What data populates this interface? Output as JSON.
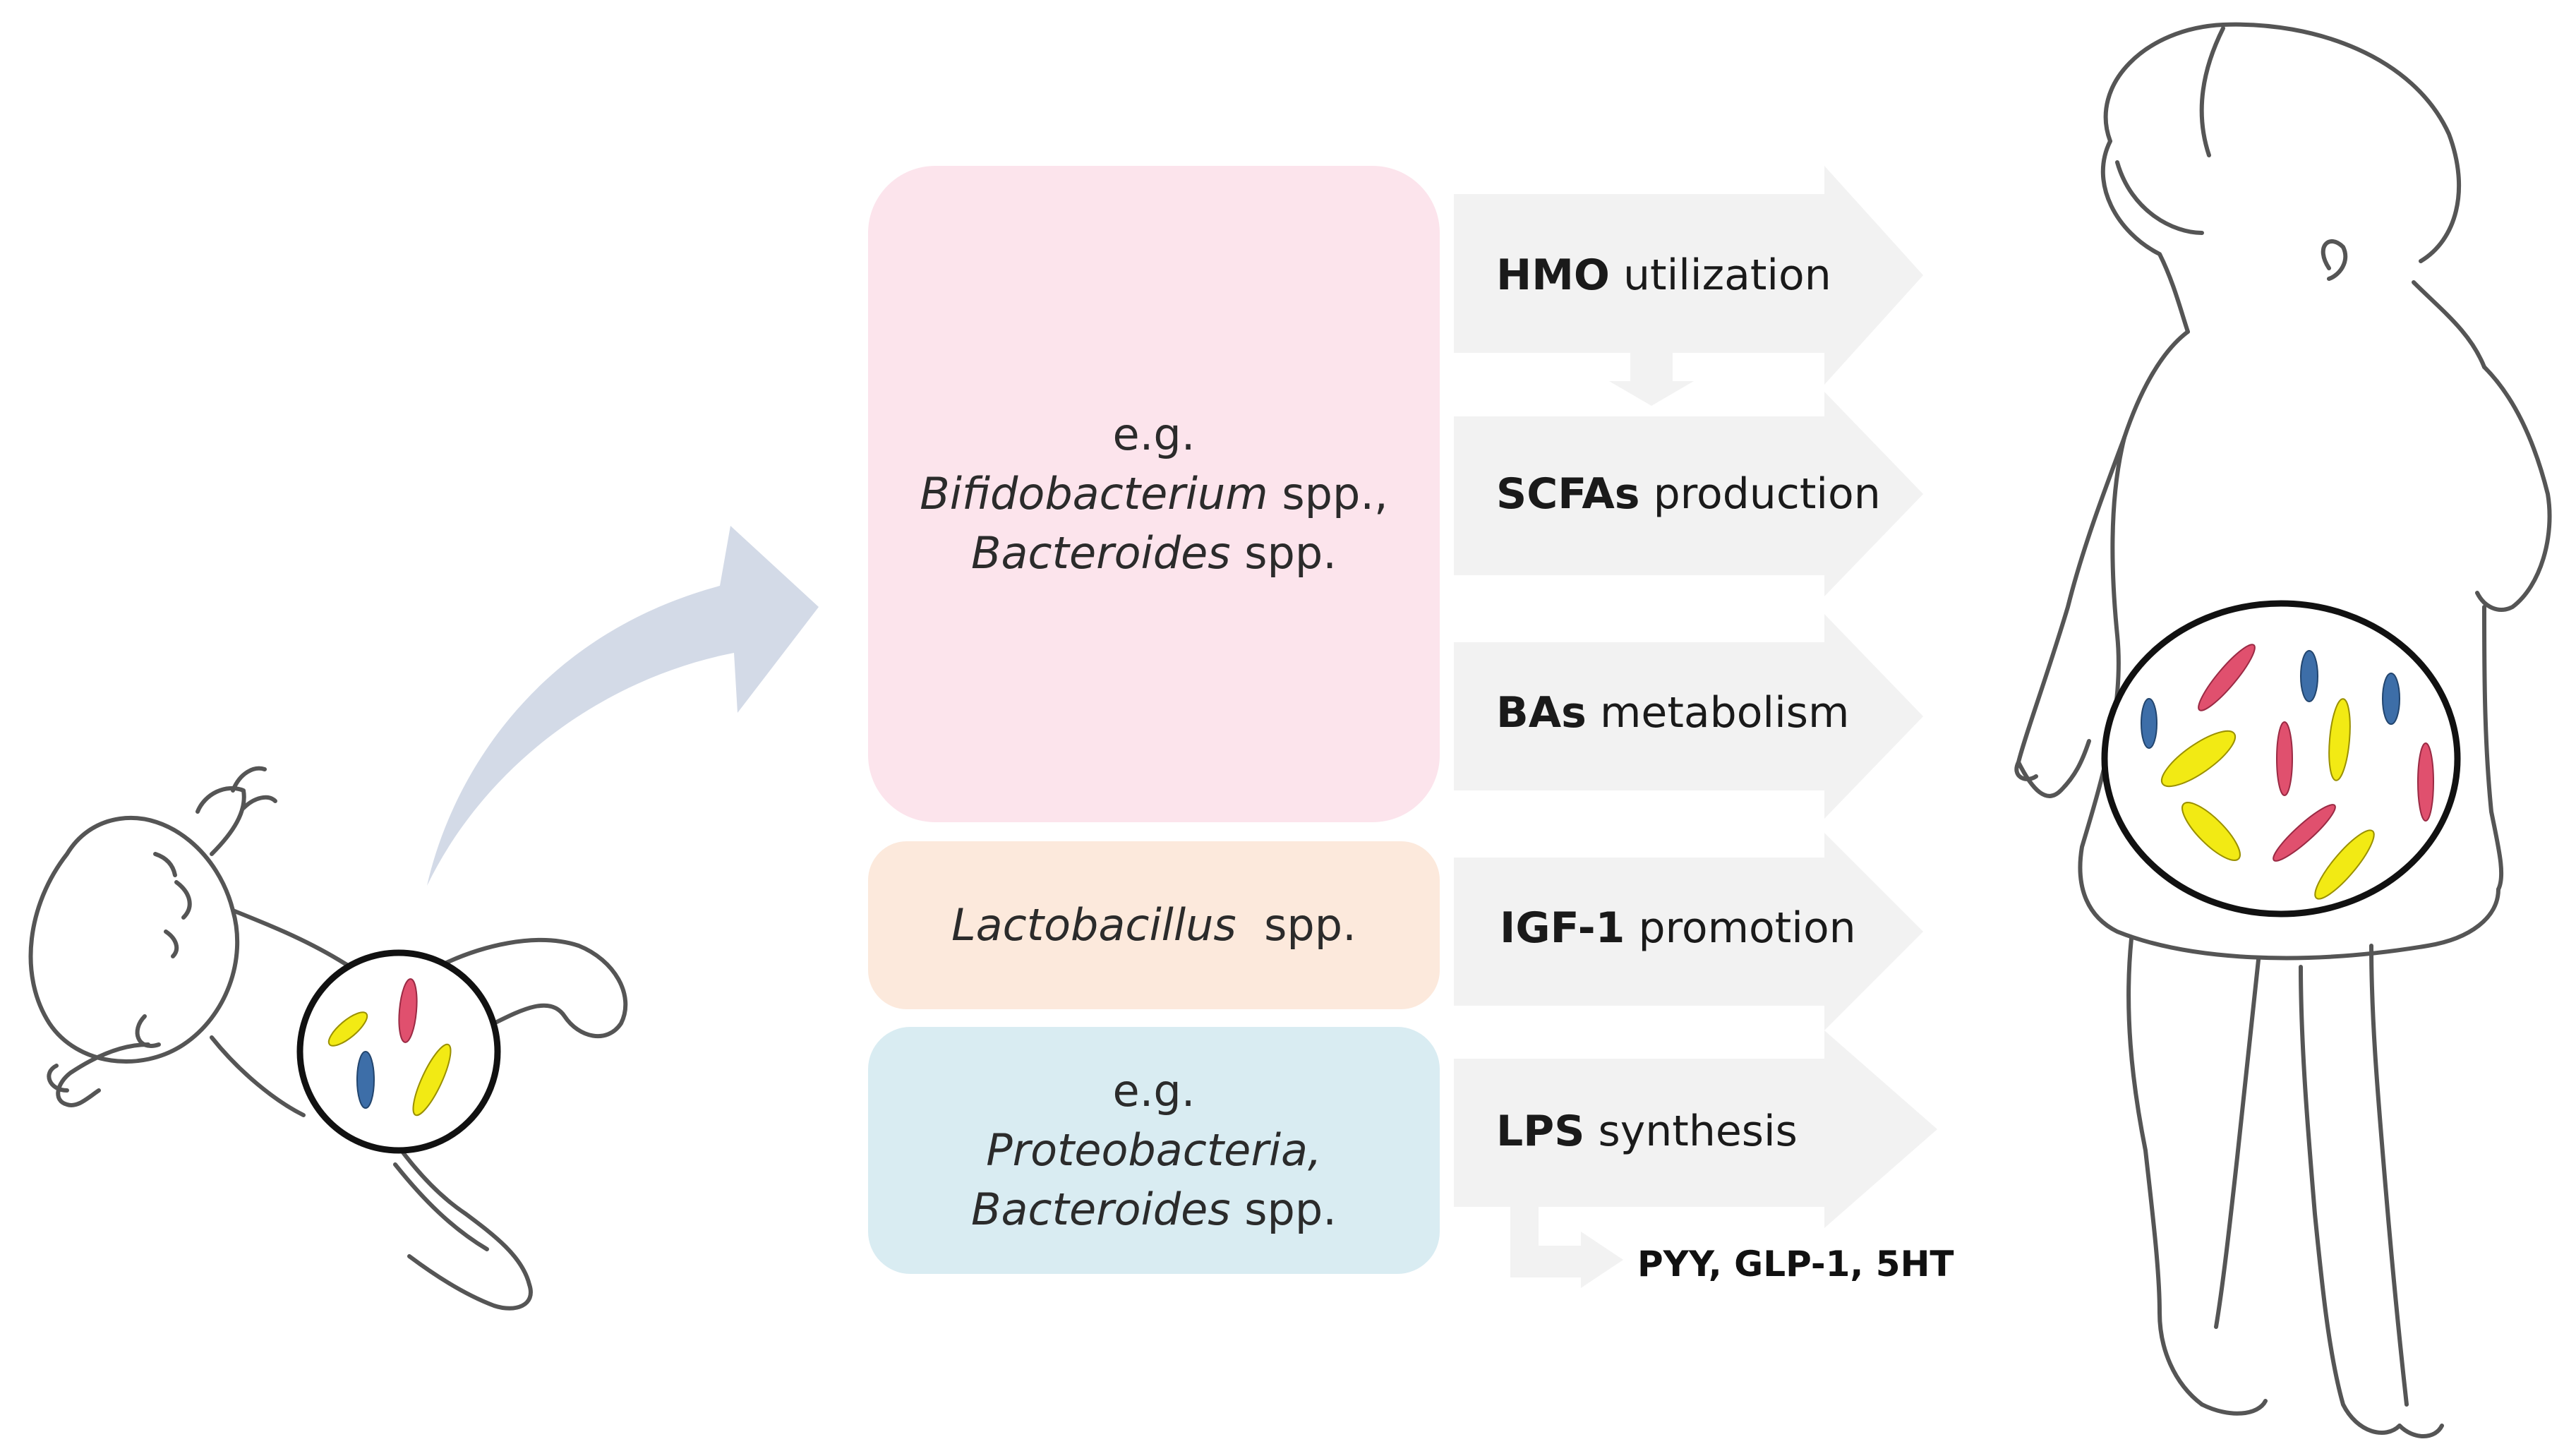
{
  "groups": {
    "beneficial": {
      "prefix": "e.g.",
      "taxon1": "Bifidobacterium",
      "taxon1_suffix": " spp.,",
      "taxon2": "Bacteroides",
      "taxon2_suffix": " spp.",
      "color": "#fce4ec"
    },
    "lacto": {
      "taxon": "Lactobacillus",
      "suffix": "  spp.",
      "color": "#fce9dc"
    },
    "other": {
      "prefix": "e.g.",
      "taxon1": "Proteobacteria,",
      "taxon2": "Bacteroides",
      "taxon2_suffix": " spp.",
      "color": "#d9ecf2"
    }
  },
  "functions": [
    {
      "bold": "HMO",
      "rest": " utilization"
    },
    {
      "bold": "SCFAs",
      "rest": " production"
    },
    {
      "bold": "BAs",
      "rest": " metabolism"
    },
    {
      "bold": "IGF-1",
      "rest": " promotion"
    },
    {
      "bold": "LPS",
      "rest": " synthesis"
    }
  ],
  "hormones": "PYY, GLP-1, 5HT",
  "colors": {
    "arrow_gray": "#f2f2f2",
    "curved_arrow": "#d3dae7",
    "bacteria_pink": "#e0506e",
    "bacteria_blue": "#3d6ea8",
    "bacteria_yellow": "#f2ea14"
  },
  "icons": {
    "infant": "infant-drawing-icon",
    "toddler": "toddler-drawing-icon",
    "gut": "gut-microbiota-circle-icon"
  }
}
